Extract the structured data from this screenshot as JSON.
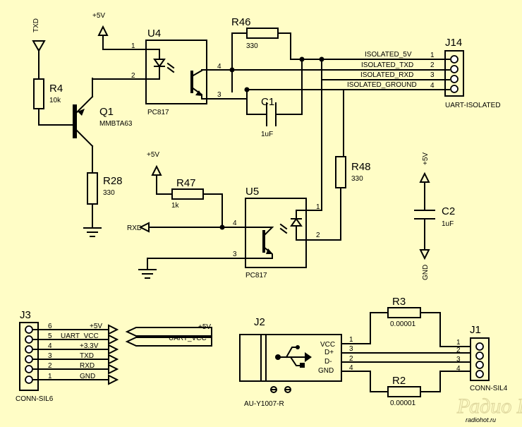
{
  "components": {
    "u4": {
      "ref": "U4",
      "value": "PC817"
    },
    "u5": {
      "ref": "U5",
      "value": "PC817"
    },
    "q1": {
      "ref": "Q1",
      "value": "MMBTA63"
    },
    "r4": {
      "ref": "R4",
      "value": "10k"
    },
    "r28": {
      "ref": "R28",
      "value": "330"
    },
    "r46": {
      "ref": "R46",
      "value": "330"
    },
    "r47": {
      "ref": "R47",
      "value": "1k"
    },
    "r48": {
      "ref": "R48",
      "value": "330"
    },
    "c1": {
      "ref": "C1",
      "value": "1uF"
    },
    "c2": {
      "ref": "C2",
      "value": "1uF"
    },
    "r2": {
      "ref": "R2",
      "value": "0.00001"
    },
    "r3": {
      "ref": "R3",
      "value": "0.00001"
    },
    "j14": {
      "ref": "J14",
      "value": "UART-ISOLATED"
    },
    "j3": {
      "ref": "J3",
      "value": "CONN-SIL6"
    },
    "j1": {
      "ref": "J1",
      "value": "CONN-SIL4"
    },
    "j2": {
      "ref": "J2",
      "value": "AU-Y1007-R"
    }
  },
  "nets": {
    "txd": "TXD",
    "rxd": "RXD",
    "plus5v": "+5V",
    "gnd": "GND",
    "uart_vcc": "UART_VCC"
  },
  "j14_pins": [
    {
      "num": "1",
      "label": "ISOLATED_5V"
    },
    {
      "num": "2",
      "label": "ISOLATED_TXD"
    },
    {
      "num": "3",
      "label": "ISOLATED_RXD"
    },
    {
      "num": "4",
      "label": "ISOLATED_GROUND"
    }
  ],
  "j3_pins": [
    {
      "num": "6",
      "label": "+5V"
    },
    {
      "num": "5",
      "label": "UART_VCC"
    },
    {
      "num": "4",
      "label": "+3.3V"
    },
    {
      "num": "3",
      "label": "TXD"
    },
    {
      "num": "2",
      "label": "RXD"
    },
    {
      "num": "1",
      "label": "GND"
    }
  ],
  "j2_pins": [
    {
      "num": "1",
      "label": "VCC"
    },
    {
      "num": "3",
      "label": "D+"
    },
    {
      "num": "2",
      "label": "D-"
    },
    {
      "num": "4",
      "label": "GND"
    }
  ],
  "j1_pins": [
    "1",
    "2",
    "3",
    "4"
  ],
  "pin_numbers": {
    "one": "1",
    "two": "2",
    "three": "3",
    "four": "4"
  },
  "watermark": {
    "site": "radiohot.ru"
  }
}
